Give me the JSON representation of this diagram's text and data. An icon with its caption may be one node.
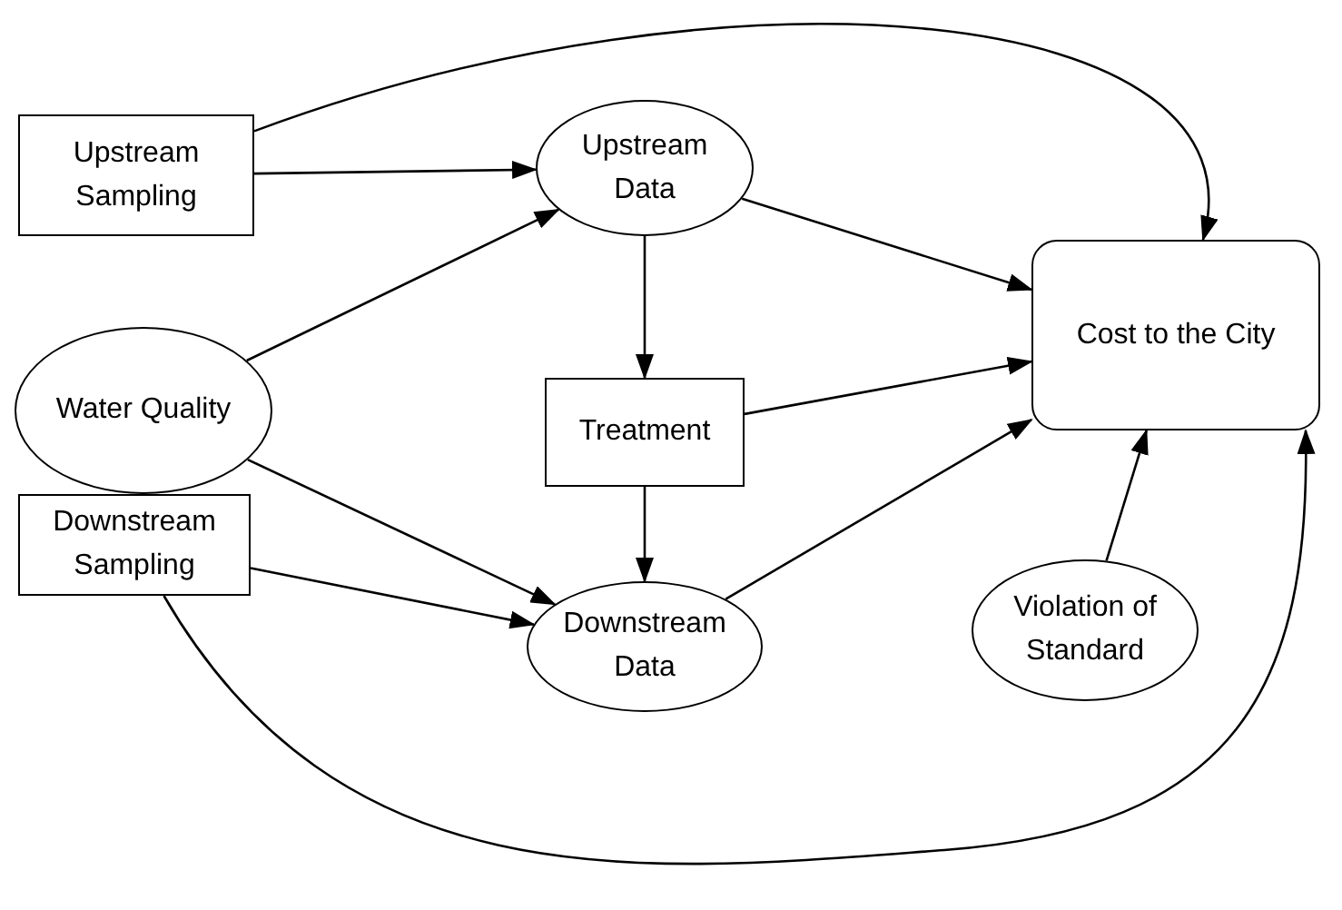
{
  "diagram": {
    "nodes": [
      {
        "text": [
          "Upstream Sampling"
        ]
      },
      {
        "text": [
          "Upstream Data"
        ]
      },
      {
        "text": [
          "Water Quality"
        ]
      },
      {
        "text": [
          "Treatment"
        ]
      },
      {
        "text": [
          "Cost to the City"
        ]
      },
      {
        "text": [
          "Downstream Sampling"
        ]
      },
      {
        "text": [
          "Downstream Data"
        ]
      },
      {
        "text": [
          "Violation of Standard"
        ]
      }
    ],
    "edges": [
      {
        "from": 0,
        "to": 1,
        "arrow": "to"
      },
      {
        "from": 0,
        "to": 4,
        "arrow": "to"
      },
      {
        "from": 2,
        "to": 1,
        "arrow": "to"
      },
      {
        "from": 2,
        "to": 6,
        "arrow": "to"
      },
      {
        "from": 1,
        "to": 3,
        "arrow": "to"
      },
      {
        "from": 1,
        "to": 4,
        "arrow": "to"
      },
      {
        "from": 3,
        "to": 4,
        "arrow": "to"
      },
      {
        "from": 3,
        "to": 6,
        "arrow": "to"
      },
      {
        "from": 5,
        "to": 6,
        "arrow": "to"
      },
      {
        "from": 5,
        "to": 4,
        "arrow": "to"
      },
      {
        "from": 6,
        "to": 4,
        "arrow": "to"
      },
      {
        "from": 7,
        "to": 4,
        "arrow": "to"
      }
    ]
  }
}
